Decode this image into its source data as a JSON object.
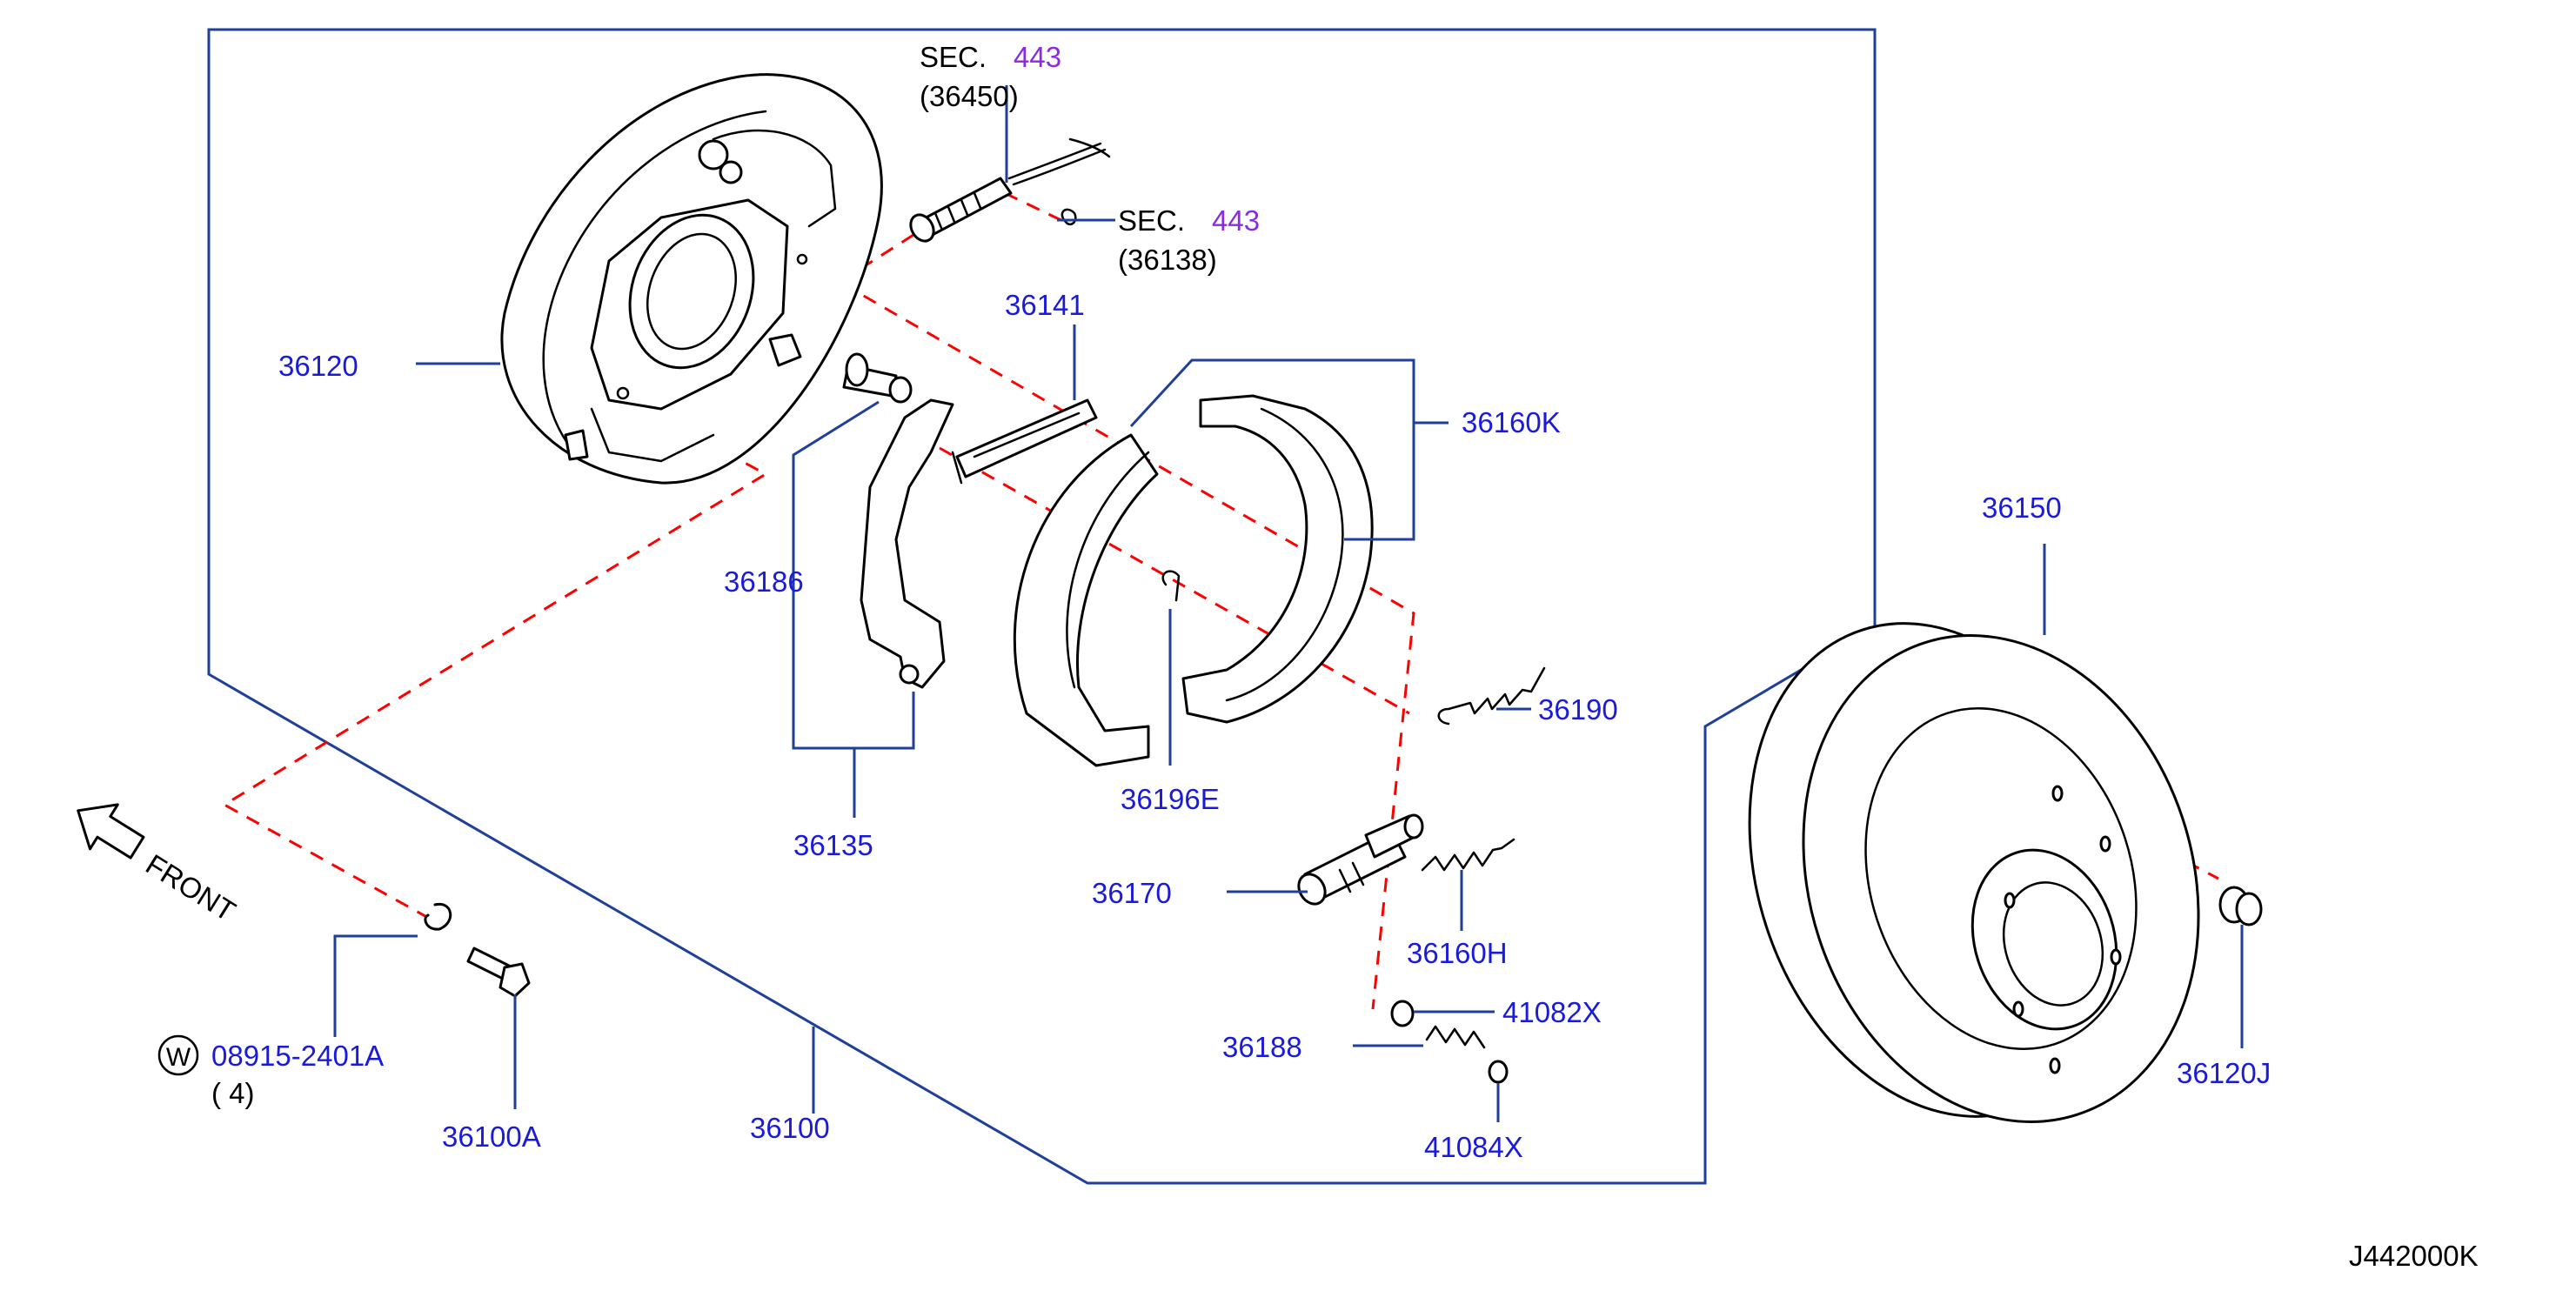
{
  "diagram_code": "J442000K",
  "front_label": "FRONT",
  "w_symbol": "W",
  "colors": {
    "part_number": "#1a1adb",
    "section_number": "#8a2be2",
    "leader": "#1f3f9a",
    "assembly_line": "#ff0000"
  },
  "section_refs": [
    {
      "prefix": "SEC.",
      "section": "443",
      "ref": "(36450)"
    },
    {
      "prefix": "SEC.",
      "section": "443",
      "ref": "(36138)"
    }
  ],
  "parts": {
    "p36120": "36120",
    "p36141": "36141",
    "p36160K": "36160K",
    "p36150": "36150",
    "p36186": "36186",
    "p36190": "36190",
    "p36196E": "36196E",
    "p36135": "36135",
    "p36170": "36170",
    "p36160H": "36160H",
    "p41082X": "41082X",
    "p36188": "36188",
    "p41084X": "41084X",
    "p36120J": "36120J",
    "p08915": "08915-2401A",
    "qty08915": "( 4)",
    "p36100A": "36100A",
    "p36100": "36100"
  }
}
